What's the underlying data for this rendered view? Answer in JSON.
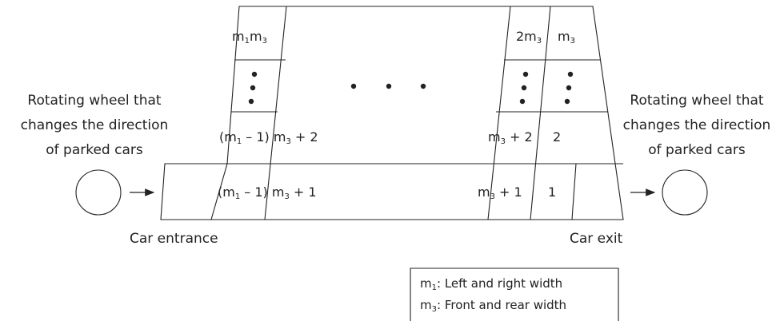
{
  "left_label": [
    "Rotating wheel that",
    "changes the direction",
    "of parked cars"
  ],
  "right_label": [
    "Rotating wheel that",
    "changes the direction",
    "of parked cars"
  ],
  "entrance_label": "Car entrance",
  "exit_label": "Car exit",
  "cells": {
    "top_left": {
      "a": "m",
      "a_sub": "1",
      "b": "m",
      "b_sub": "3"
    },
    "top_right_1": {
      "pre": "2m",
      "sub": "3"
    },
    "top_right_2": {
      "pre": "m",
      "sub": "3"
    },
    "mid_left": {
      "pre": "(m",
      "sub": "1",
      "post": " – 1) m",
      "sub2": "3",
      "tail": " + 2"
    },
    "mid_right_1": {
      "pre": "m",
      "sub": "3",
      "post": " + 2"
    },
    "mid_right_2": "2",
    "bot_left": {
      "pre": "(m",
      "sub": "1",
      "post": " – 1) m",
      "sub2": "3",
      "tail": " + 1"
    },
    "bot_right_1": {
      "pre": "m",
      "sub": "3",
      "post": " + 1"
    },
    "bot_right_2": "1"
  },
  "legend": [
    {
      "sym": "m",
      "sub": "1",
      "text": ": Left and right width"
    },
    {
      "sym": "m",
      "sub": "3",
      "text": ": Front and rear width"
    }
  ]
}
